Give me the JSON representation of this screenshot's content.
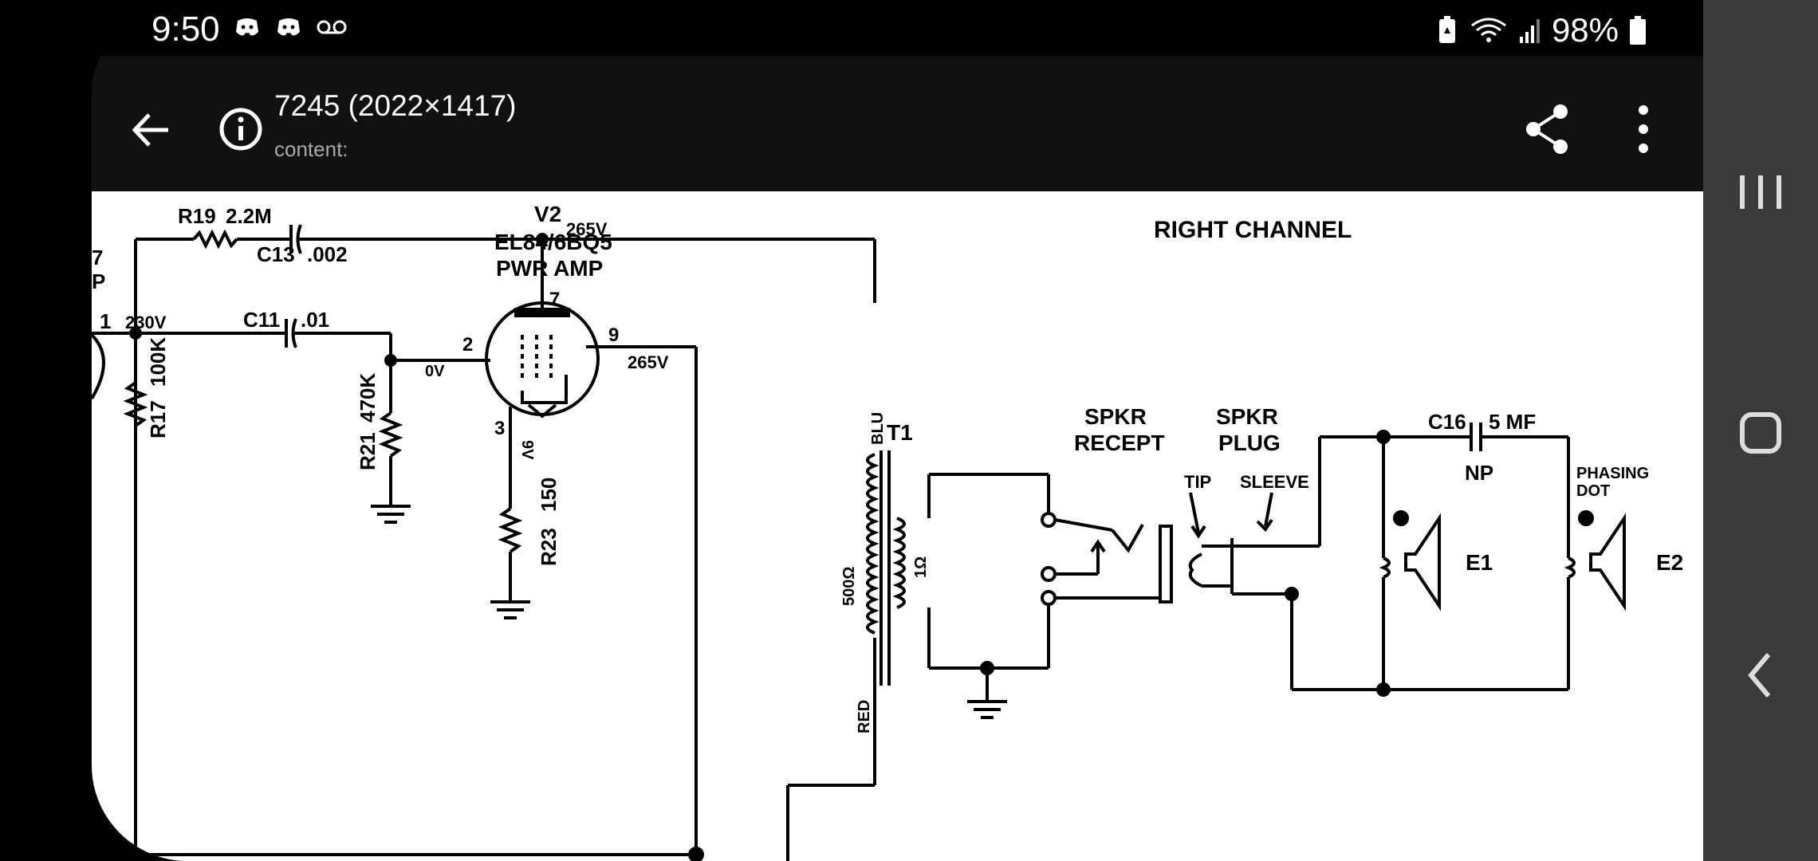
{
  "status_bar": {
    "time": "9:50",
    "battery_percent": "98%",
    "left_icons": [
      "discord-icon",
      "discord-icon",
      "voicemail-icon"
    ],
    "right_icons": [
      "battery-saver-icon",
      "wifi-icon",
      "signal-icon",
      "battery-icon"
    ]
  },
  "app_bar": {
    "title": "7245 (2022×1417)",
    "subtitle": "content:",
    "icons": [
      "back-arrow-icon",
      "info-icon",
      "share-icon",
      "more-vert-icon"
    ]
  },
  "schematic": {
    "labels": {
      "v2": "V2",
      "tube_type": "EL84/6BQ5",
      "pwr_amp": "PWR AMP",
      "right_channel": "RIGHT CHANNEL",
      "r19": "R19",
      "r19_val": "2.2M",
      "c13": "C13",
      "c13_val": ".002",
      "v265_top": "265V",
      "pin7": "7",
      "pin1": "1",
      "v230": "230V",
      "c11": "C11",
      "c11_val": ".01",
      "pin2": "2",
      "pin9": "9",
      "v265_right": "265V",
      "v0": "0V",
      "pin3": "3",
      "v9": "9V",
      "r17": "R17",
      "r17_val": "100K",
      "r21": "R21",
      "r21_val": "470K",
      "r23": "R23",
      "r23_val": "150",
      "blu": "BLU",
      "t1": "T1",
      "ohm500": "500Ω",
      "ohm1": "1Ω",
      "red": "RED",
      "spkr_recept_1": "SPKR",
      "spkr_recept_2": "RECEPT",
      "spkr_plug_1": "SPKR",
      "spkr_plug_2": "PLUG",
      "tip": "TIP",
      "sleeve": "SLEEVE",
      "c16": "C16",
      "c16_val": "5 MF",
      "np": "NP",
      "e1": "E1",
      "e2": "E2",
      "phasing_1": "PHASING",
      "phasing_2": "DOT",
      "left_edge_1": "7",
      "left_edge_2": "P"
    }
  },
  "nav_bar": {
    "icons": [
      "recents-icon",
      "home-icon",
      "back-icon"
    ]
  },
  "colors": {
    "background": "#000000",
    "app_bar": "#111111",
    "nav_bar": "#3a3a3a",
    "schematic_ink": "#000000",
    "paper": "#ffffff"
  }
}
